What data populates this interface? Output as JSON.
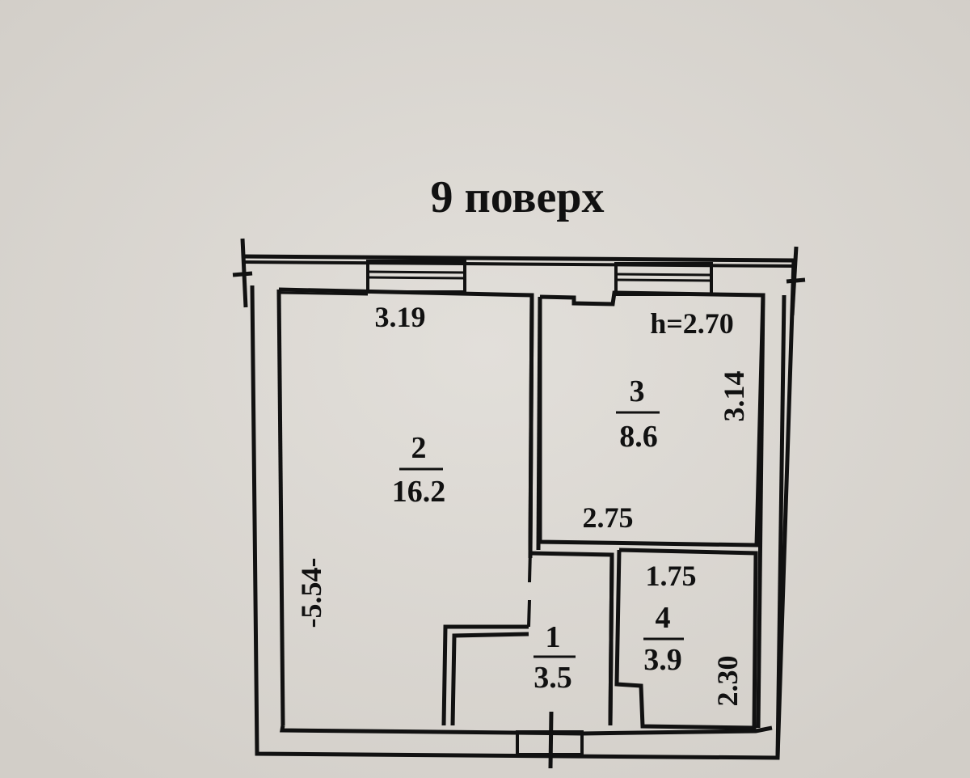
{
  "title": "9 поверх",
  "ceiling_height": "h=2.70",
  "rooms": [
    {
      "number": "1",
      "area": "3.5"
    },
    {
      "number": "2",
      "area": "16.2"
    },
    {
      "number": "3",
      "area": "8.6"
    },
    {
      "number": "4",
      "area": "3.9"
    }
  ],
  "dimensions": {
    "room2_width": "3.19",
    "room2_length": "-5.54-",
    "room3_width": "2.75",
    "room3_length": "3.14",
    "room4_width": "1.75",
    "room4_length": "2.30"
  },
  "colors": {
    "paper": "#dcd8d3",
    "ink": "#111111"
  }
}
